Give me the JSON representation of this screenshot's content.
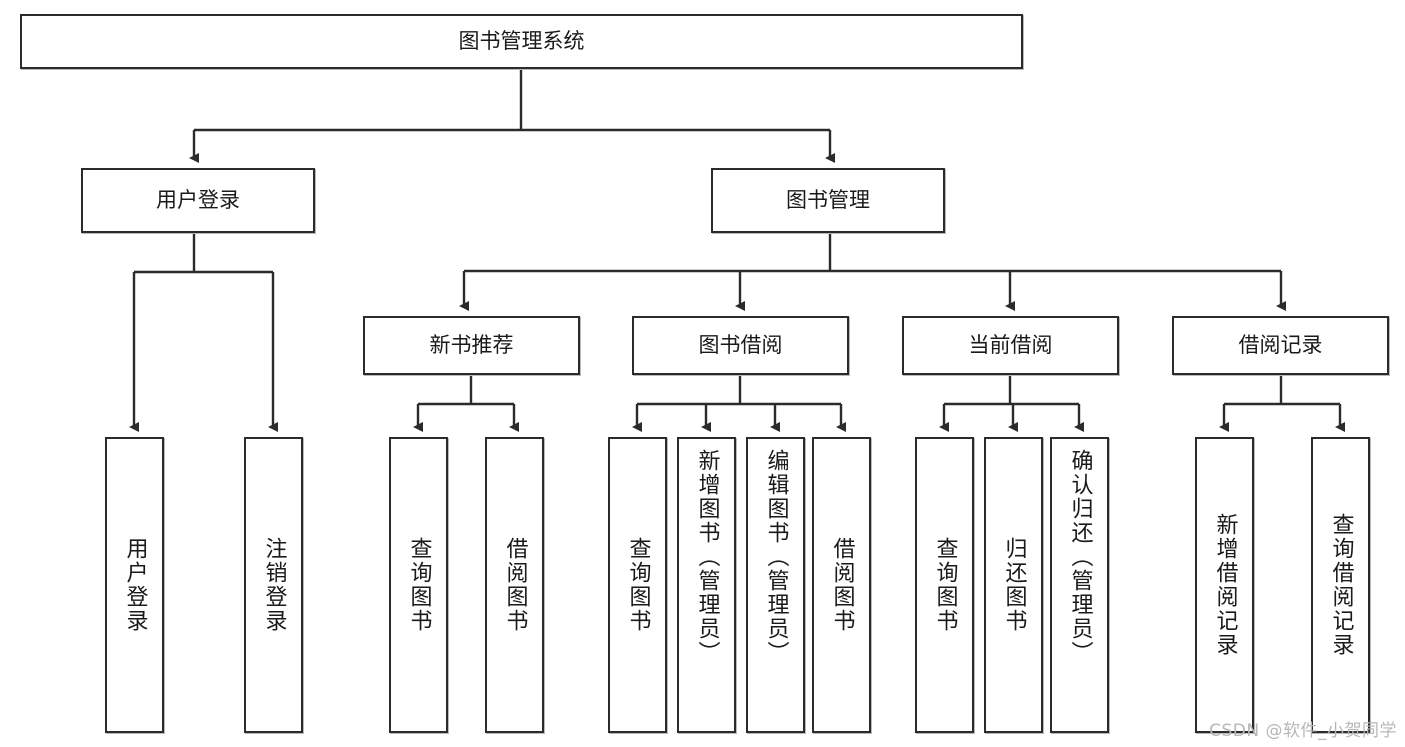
{
  "diagram": {
    "title": "图书管理系统",
    "type": "tree-hierarchy",
    "root": {
      "id": "root",
      "label": "图书管理系统"
    },
    "level2": [
      {
        "id": "user-login",
        "label": "用户登录"
      },
      {
        "id": "book-manage",
        "label": "图书管理"
      }
    ],
    "level3": [
      {
        "id": "new-book-recommend",
        "label": "新书推荐",
        "parent": "book-manage"
      },
      {
        "id": "book-borrow",
        "label": "图书借阅",
        "parent": "book-manage"
      },
      {
        "id": "current-borrow",
        "label": "当前借阅",
        "parent": "book-manage"
      },
      {
        "id": "borrow-record",
        "label": "借阅记录",
        "parent": "book-manage"
      }
    ],
    "leaves": {
      "user_login": [
        {
          "id": "leaf-user-login",
          "label": "用户登录"
        },
        {
          "id": "leaf-user-logout",
          "label": "注销登录"
        }
      ],
      "new_book_recommend": [
        {
          "id": "leaf-query-book-1",
          "label": "查询图书"
        },
        {
          "id": "leaf-borrow-book-1",
          "label": "借阅图书"
        }
      ],
      "book_borrow": [
        {
          "id": "leaf-query-book-2",
          "label": "查询图书"
        },
        {
          "id": "leaf-add-book",
          "label": "新增图书（管理员）"
        },
        {
          "id": "leaf-edit-book",
          "label": "编辑图书（管理员）"
        },
        {
          "id": "leaf-borrow-book-2",
          "label": "借阅图书"
        }
      ],
      "current_borrow": [
        {
          "id": "leaf-query-book-3",
          "label": "查询图书"
        },
        {
          "id": "leaf-return-book",
          "label": "归还图书"
        },
        {
          "id": "leaf-confirm-return",
          "label": "确认归还（管理员）"
        }
      ],
      "borrow_record": [
        {
          "id": "leaf-add-record",
          "label": "新增借阅记录"
        },
        {
          "id": "leaf-query-record",
          "label": "查询借阅记录"
        }
      ]
    },
    "colors": {
      "border": "#2b2b2b",
      "background": "#ffffff",
      "text": "#1a1a1a",
      "edge": "#2b2b2b",
      "watermark": "#b7b7b7"
    }
  },
  "watermark": {
    "text": "CSDN @软件_小贺同学"
  }
}
